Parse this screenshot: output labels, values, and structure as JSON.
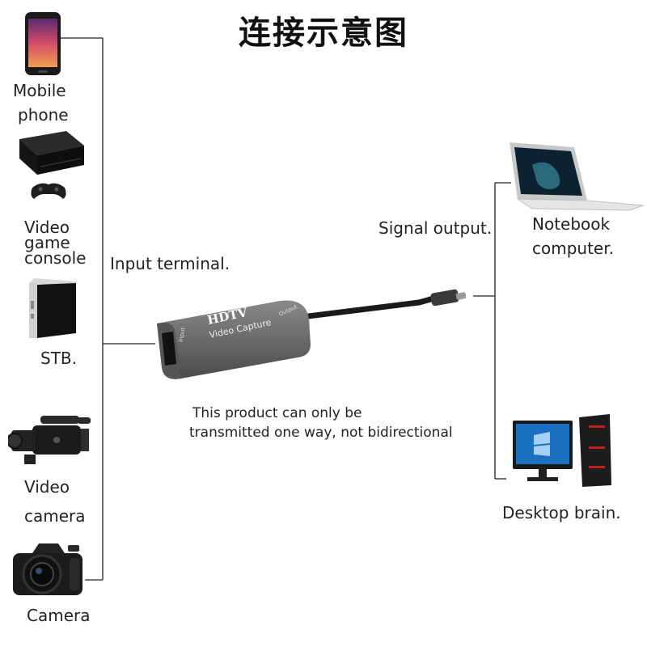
{
  "title": "连接示意图",
  "inputs": {
    "mobile_phone": [
      "Mobile",
      "phone"
    ],
    "game_console": [
      "Video",
      "game",
      "console"
    ],
    "stb": "STB.",
    "video_camera": [
      "Video",
      "camera"
    ],
    "camera": "Camera"
  },
  "input_terminal": "Input terminal.",
  "signal_output": "Signal output.",
  "outputs": {
    "notebook": [
      "Notebook",
      "computer."
    ],
    "desktop": "Desktop brain."
  },
  "device": {
    "brand": "HDTV",
    "name": "Video Capture",
    "input_port": "Input",
    "output_port": "Output"
  },
  "note": [
    "This product can only be",
    "transmitted one way, not bidirectional"
  ],
  "colors": {
    "line": "#222222",
    "device_body": "#6b6b6b",
    "screen_blue": "#1a6fc0"
  }
}
